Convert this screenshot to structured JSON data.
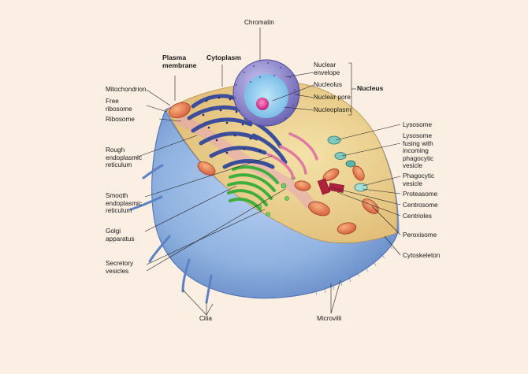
{
  "labels": {
    "chromatin": "Chromatin",
    "plasma_membrane": "Plasma\nmembrane",
    "cytoplasm": "Cytoplasm",
    "nuclear_envelope": "Nuclear\nenvelope",
    "nucleolus": "Nucleolus",
    "nuclear_pore": "Nuclear pore",
    "nucleoplasm": "Nucleoplasm",
    "nucleus": "Nucleus",
    "mitochondrion": "Mitochondrion",
    "free_ribosome": "Free\nribosome",
    "ribosome": "Ribosome",
    "rough_er": "Rough\nendoplasmic\nreticulum",
    "smooth_er": "Smooth\nendoplasmic\nreticulum",
    "golgi": "Golgi\napparatus",
    "secretory_vesicles": "Secretory\nvesicles",
    "cilia": "Cilia",
    "lysosome": "Lysosome",
    "lysosome_fusing": "Lysosome\nfusing with\nincoming\nphagocytic\nvesicle",
    "phagocytic_vesicle": "Phagocytic\nvesicle",
    "proteasome": "Proteasome",
    "centrosome": "Centrosome",
    "centrioles": "Centrioles",
    "peroxisome": "Peroxisome",
    "cytoskeleton": "Cytoskeleton",
    "microvilli": "Microvilli"
  },
  "colors": {
    "background": "#fbeee2",
    "cell_body": "#8fb2e0",
    "cytoplasm": "#e6c98a",
    "nucleus": "#8a83c8",
    "nucleolus": "#e0328f",
    "rough_er": "#3c4e9a",
    "golgi": "#4cc24a",
    "mitochondrion": "#e87a55"
  }
}
